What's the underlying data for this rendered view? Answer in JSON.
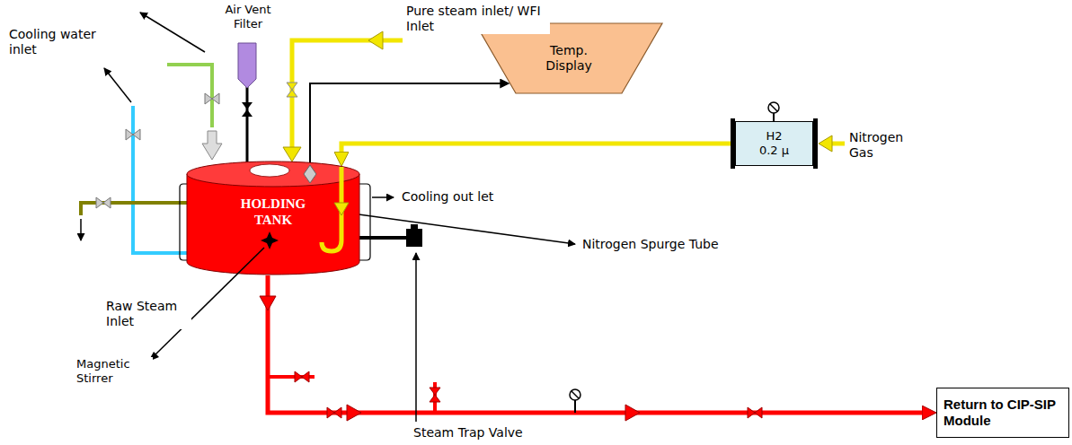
{
  "diagram": {
    "nodes": [
      {
        "text": [
          "Temp. Display"
        ]
      },
      {
        "text": [
          "H2",
          "0.2 μ"
        ]
      },
      {
        "text": [
          "HOLDING TANK"
        ]
      },
      {
        "text": [
          "Return to CIP-SIP Module"
        ]
      }
    ],
    "edges": [
      {
        "from": 2,
        "to": 0,
        "arrow": "to"
      },
      {
        "from": 1,
        "to": 2,
        "arrow": "to"
      },
      {
        "from": 2,
        "to": 3,
        "arrow": "to"
      }
    ],
    "labels": [
      "Air Vent Filter",
      "Pure steam inlet/ WFI Inlet",
      "Cooling water inlet",
      "Nitrogen Gas",
      "Cooling out let",
      "Nitrogen Spurge Tube",
      "Raw Steam Inlet",
      "Magnetic Stirrer",
      "Steam Trap Valve"
    ]
  }
}
